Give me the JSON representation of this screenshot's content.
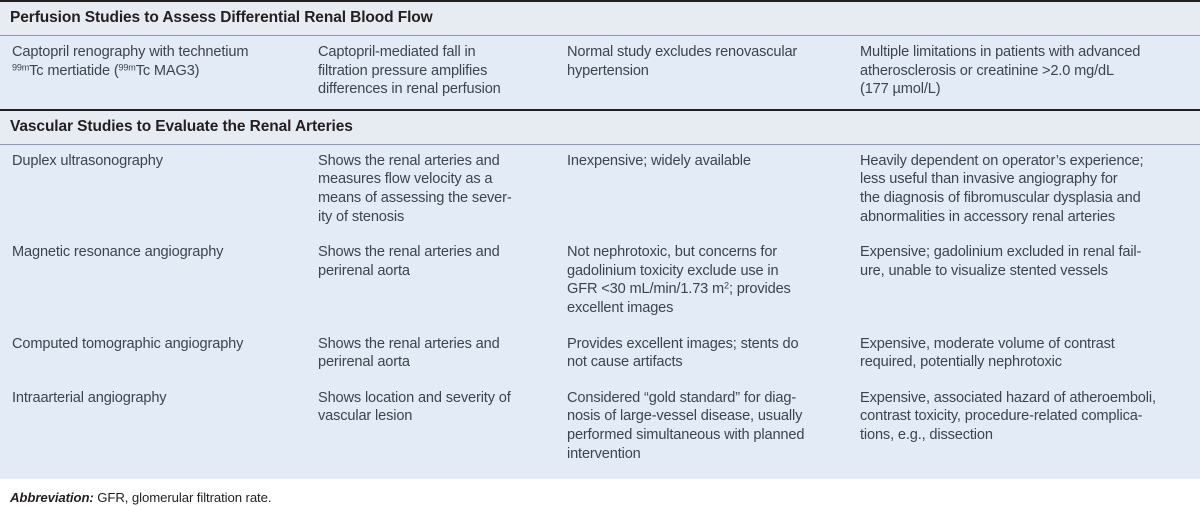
{
  "table": {
    "columns": 4,
    "colors": {
      "section_band_bg": "#e7ecf3",
      "row_bg": "#e3ecf6",
      "rule": "#231f20",
      "body_text": "#3a4550",
      "heading_text": "#231f20",
      "page_bg": "#ffffff"
    },
    "sections": [
      {
        "title": "Perfusion Studies to Assess Differential Renal Blood Flow",
        "rows": [
          {
            "test": {
              "lines": [
                "Captopril renography with technetium",
                "99mTc mertiatide (99mTc MAG3)"
              ],
              "line1": "Captopril renography with technetium",
              "sup1": "99m",
              "mid1": "Tc mertiatide (",
              "sup2": "99m",
              "tail1": "Tc MAG3)"
            },
            "mechanism": [
              "Captopril-mediated fall in",
              "filtration pressure amplifies",
              "differences in renal perfusion"
            ],
            "advantages": [
              "Normal study excludes renovascular",
              "hypertension"
            ],
            "disadvantages": [
              "Multiple limitations in patients with advanced",
              "atherosclerosis or creatinine >2.0 mg/dL",
              "(177 µmol/L)"
            ]
          }
        ]
      },
      {
        "title": "Vascular Studies to Evaluate the Renal Arteries",
        "rows": [
          {
            "test": {
              "lines": [
                "Duplex ultrasonography"
              ]
            },
            "mechanism": [
              "Shows the renal arteries and",
              "measures flow velocity as a",
              "means of assessing the sever-",
              "ity of stenosis"
            ],
            "advantages": [
              "Inexpensive; widely available"
            ],
            "disadvantages": [
              "Heavily dependent on operator’s experience;",
              "less useful than invasive angiography for",
              "the diagnosis of fibromuscular dysplasia and",
              "abnormalities in accessory renal arteries"
            ]
          },
          {
            "test": {
              "lines": [
                "Magnetic resonance angiography"
              ]
            },
            "mechanism": [
              "Shows the renal arteries and",
              "perirenal aorta"
            ],
            "advantages_special": true,
            "advantages": [
              "Not nephrotoxic, but concerns for",
              "gadolinium toxicity exclude use in",
              "GFR <30 mL/min/1.73 m2; provides",
              "excellent images"
            ],
            "advantages_line3_pre": "GFR <30 mL/min/1.73 m",
            "advantages_line3_sup": "2",
            "advantages_line3_post": "; provides",
            "disadvantages": [
              "Expensive; gadolinium excluded in renal fail-",
              "ure, unable to visualize stented vessels"
            ]
          },
          {
            "test": {
              "lines": [
                "Computed tomographic angiography"
              ]
            },
            "mechanism": [
              "Shows the renal arteries and",
              "perirenal aorta"
            ],
            "advantages": [
              "Provides excellent images; stents do",
              "not cause artifacts"
            ],
            "disadvantages": [
              "Expensive, moderate volume of contrast",
              "required, potentially nephrotoxic"
            ]
          },
          {
            "test": {
              "lines": [
                "Intraarterial angiography"
              ]
            },
            "mechanism": [
              "Shows location and severity of",
              "vascular lesion"
            ],
            "advantages": [
              "Considered “gold standard” for diag-",
              "nosis of large-vessel disease, usually",
              "performed simultaneous with planned",
              "intervention"
            ],
            "disadvantages": [
              "Expensive, associated hazard of atheroemboli,",
              "contrast toxicity, procedure-related complica-",
              "tions, e.g., dissection"
            ]
          }
        ]
      }
    ]
  },
  "footnote": {
    "label": "Abbreviation:",
    "text": " GFR, glomerular filtration rate."
  }
}
